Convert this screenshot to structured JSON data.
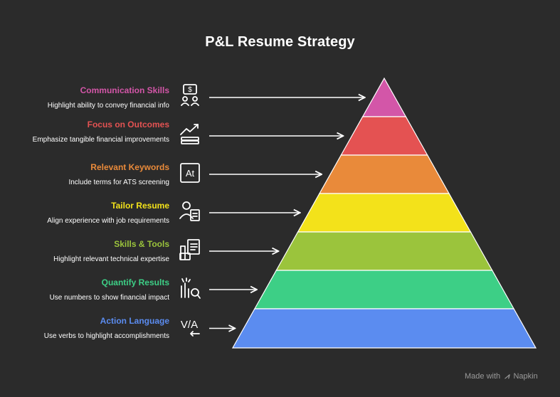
{
  "title": "P&L Resume Strategy",
  "levels": [
    {
      "heading": "Communication Skills",
      "description": "Highlight ability to convey financial info",
      "color": "#d356a8",
      "icon": "money-presentation-icon"
    },
    {
      "heading": "Focus on Outcomes",
      "description": "Emphasize tangible financial improvements",
      "color": "#e45252",
      "icon": "growth-cash-icon"
    },
    {
      "heading": "Relevant Keywords",
      "description": "Include terms for ATS screening",
      "color": "#e98a3a",
      "icon": "text-at-icon"
    },
    {
      "heading": "Tailor Resume",
      "description": "Align experience with job requirements",
      "color": "#f3e21a",
      "icon": "user-document-icon"
    },
    {
      "heading": "Skills & Tools",
      "description": "Highlight relevant technical expertise",
      "color": "#9bc43c",
      "icon": "tools-notepad-icon"
    },
    {
      "heading": "Quantify Results",
      "description": "Use numbers to show financial impact",
      "color": "#3dcf86",
      "icon": "chart-magnifier-icon"
    },
    {
      "heading": "Action Language",
      "description": "Use verbs to highlight accomplishments",
      "color": "#5b8cf0",
      "icon": "va-arrow-icon"
    }
  ],
  "footer": {
    "prefix": "Made with",
    "brand": "Napkin"
  }
}
